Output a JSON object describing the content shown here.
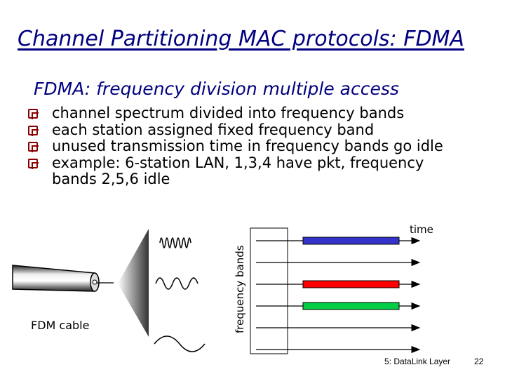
{
  "slide": {
    "title": "Channel Partitioning MAC protocols: FDMA",
    "subtitle": "FDMA: frequency division multiple access",
    "bullets": [
      "channel spectrum divided into frequency bands",
      "each station assigned fixed frequency band",
      "unused transmission time in frequency bands go idle",
      "example: 6-station LAN, 1,3,4 have pkt, frequency bands 2,5,6 idle"
    ]
  },
  "diagram": {
    "cable_label": "FDM cable",
    "axis_label": "frequency bands",
    "time_label": "time",
    "bands": [
      {
        "station": 1,
        "active": true,
        "color": "#3333cc"
      },
      {
        "station": 2,
        "active": false,
        "color": "#000000"
      },
      {
        "station": 3,
        "active": true,
        "color": "#ff0000"
      },
      {
        "station": 4,
        "active": true,
        "color": "#00cc44"
      },
      {
        "station": 5,
        "active": false,
        "color": "#000000"
      },
      {
        "station": 6,
        "active": false,
        "color": "#000000"
      }
    ]
  },
  "footer": {
    "chapter": "5: DataLink Layer",
    "page": "22"
  }
}
